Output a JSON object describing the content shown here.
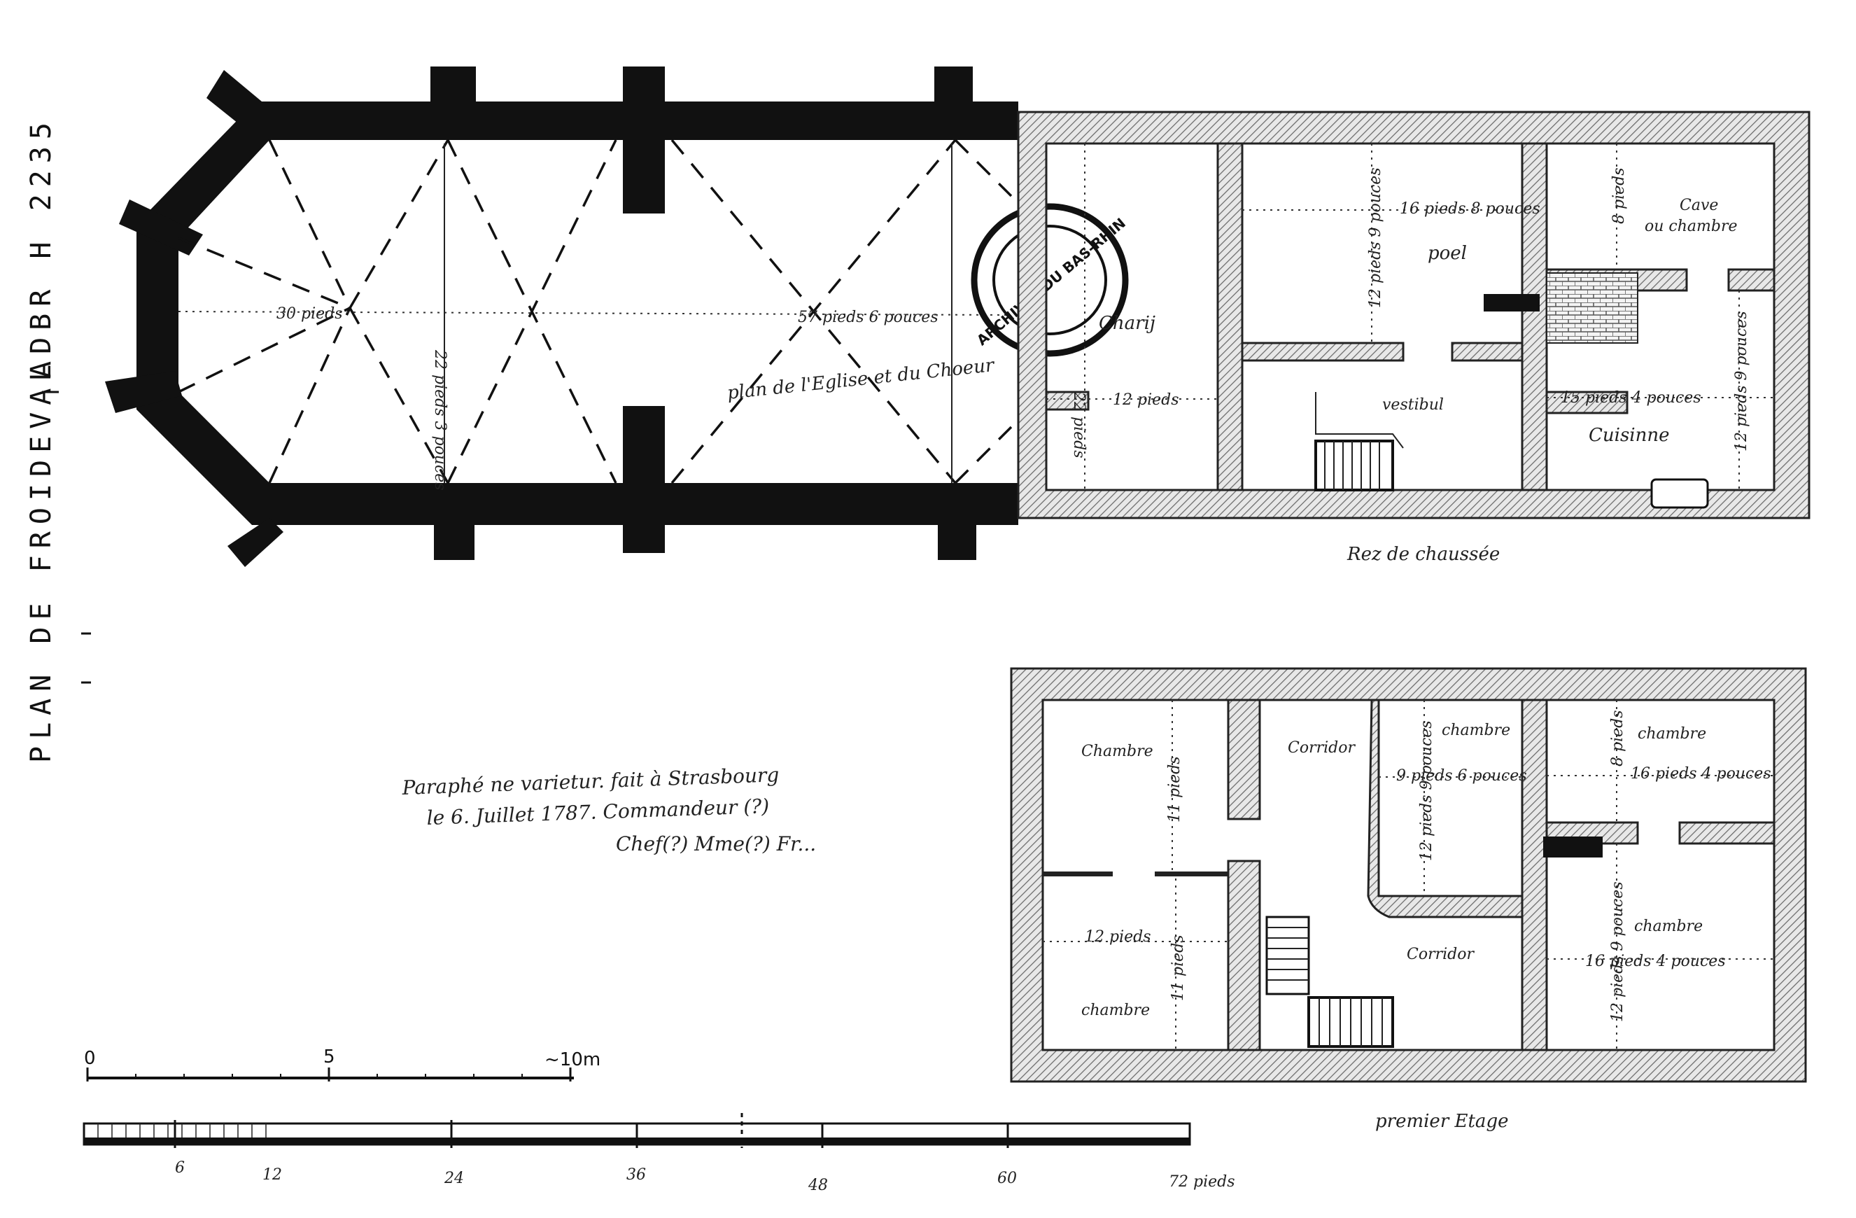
{
  "side_title": {
    "left": "PLAN DE FROIDEVAL",
    "right": "ADBR H 2235"
  },
  "church": {
    "title": "plan de l'Eglise et du Choeur",
    "dim_chevet": "30 pieds",
    "dim_width": "22 pieds 3 pouces",
    "dim_nave": "57 pieds 6 pouces"
  },
  "stamp": {
    "text": "ARCHIVES DU BAS-RHIN"
  },
  "ground_floor": {
    "caption": "Rez de chaussée",
    "dims": {
      "width_left": "22 pieds",
      "depth_left": "12 pieds",
      "poel_w": "16 pieds 8 pouces",
      "poel_h": "12 pieds 9 pouces",
      "cave_h": "8 pieds",
      "kitchen_w": "15 pieds 4 pouces",
      "kitchen_h": "12 pieds 9 pouces"
    },
    "rooms": {
      "charij": "Charij",
      "poel": "poel",
      "cave": "Cave",
      "cave2": "ou chambre",
      "vestibul": "vestibul",
      "cuisinne": "Cuisinne"
    }
  },
  "first_floor": {
    "caption": "premier Etage",
    "rooms": {
      "chambre_tl": "Chambre",
      "chambre_bl": "chambre",
      "corridor_top": "Corridor",
      "corridor_bottom": "Corridor",
      "chambre_mid": "chambre",
      "chambre_tr": "chambre",
      "chambre_br": "chambre"
    },
    "dims": {
      "left_h_top": "11 pieds",
      "left_w": "12 pieds",
      "left_h_bottom": "11 pieds",
      "mid_w": "9 pieds 6 pouces",
      "mid_h": "12 pieds 9 pouces",
      "tr_h": "8 pieds",
      "tr_w": "16 pieds 4 pouces",
      "br_w": "16 pieds 4 pouces",
      "br_h": "12 pieds 9 pouces"
    }
  },
  "note": {
    "line1": "Paraphé ne varietur. fait à Strasbourg",
    "line2": "le 6. Juillet 1787. Commandeur (?)",
    "line3": "Chef(?) Mme(?) Fr..."
  },
  "scale_metric": {
    "labels": [
      "0",
      "5",
      "~10m"
    ]
  },
  "scale_feet": {
    "labels": [
      "6",
      "12",
      "24",
      "36",
      "48",
      "60",
      "72 pieds"
    ]
  }
}
